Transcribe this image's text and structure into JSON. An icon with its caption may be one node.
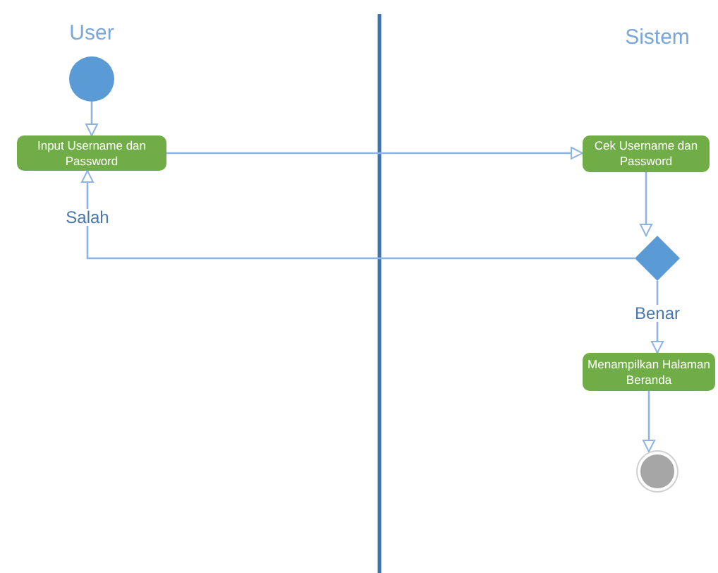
{
  "diagram": {
    "nodes": [
      {
        "text": [],
        "shape": "circle"
      },
      {
        "text": [
          "Input Username dan Password"
        ]
      },
      {
        "text": [
          "Cek Username dan Password"
        ]
      },
      {
        "text": [],
        "shape": "diamond"
      },
      {
        "text": [
          "Menampilkan Halaman Beranda"
        ]
      },
      {
        "text": [],
        "shape": "circle"
      }
    ],
    "edges": [
      {
        "from": 0,
        "to": 1,
        "arrow": "to"
      },
      {
        "from": 1,
        "to": 2,
        "arrow": "to"
      },
      {
        "from": 2,
        "to": 3,
        "arrow": "to"
      },
      {
        "from": 3,
        "to": 1,
        "arrow": "to",
        "label": "Salah"
      },
      {
        "from": 3,
        "to": 4,
        "arrow": "to",
        "label": "Benar"
      },
      {
        "from": 4,
        "to": 5,
        "arrow": "to"
      }
    ],
    "labels": [
      "User",
      "Sistem"
    ]
  }
}
